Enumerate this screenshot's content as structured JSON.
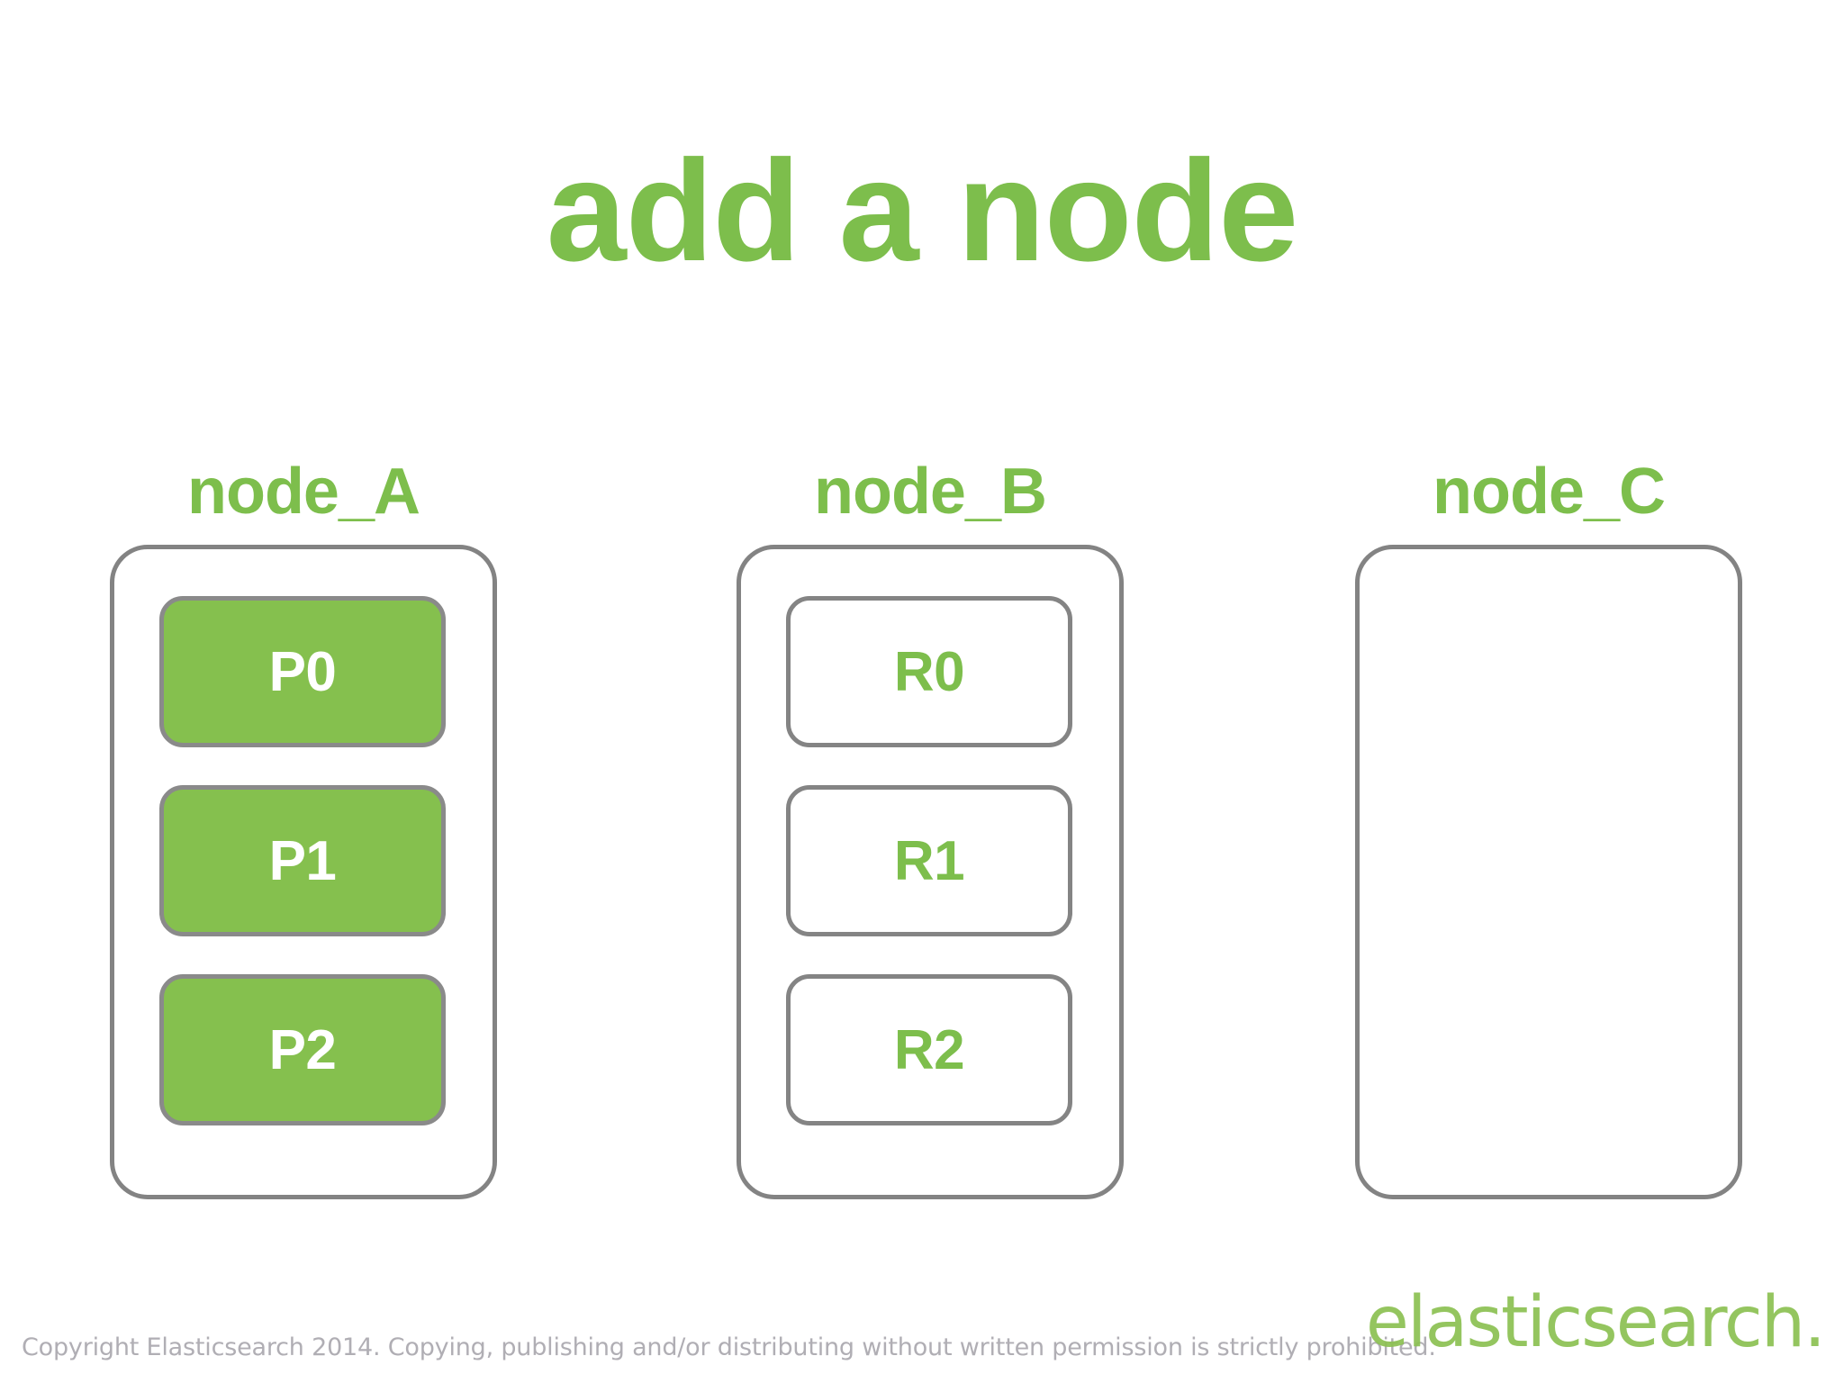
{
  "slide": {
    "title": "add a node",
    "background_color": "#ffffff",
    "accent_color": "#7DBE4C"
  },
  "nodes": [
    {
      "label": "node_A",
      "empty": false,
      "shards": [
        {
          "label": "P0",
          "kind": "primary"
        },
        {
          "label": "P1",
          "kind": "primary"
        },
        {
          "label": "P2",
          "kind": "primary"
        }
      ]
    },
    {
      "label": "node_B",
      "empty": false,
      "shards": [
        {
          "label": "R0",
          "kind": "replica"
        },
        {
          "label": "R1",
          "kind": "replica"
        },
        {
          "label": "R2",
          "kind": "replica"
        }
      ]
    },
    {
      "label": "node_C",
      "empty": true,
      "shards": []
    }
  ],
  "footer": {
    "copyright": "Copyright Elasticsearch 2014. Copying, publishing and/or distributing without written permission is strictly prohibited.",
    "logo": "elasticsearch."
  },
  "colors": {
    "primary_shard_fill": "#85C04E",
    "primary_shard_text": "#ffffff",
    "replica_shard_fill": "#ffffff",
    "replica_shard_text": "#7DBE4C",
    "border": "#848484",
    "title_green": "#7DBE4C",
    "footer_gray": "#b0aeb4",
    "logo_green": "#8CC152"
  }
}
